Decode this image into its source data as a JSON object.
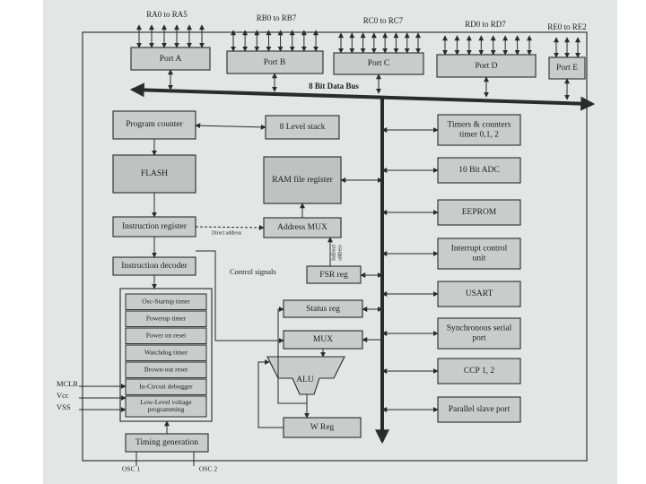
{
  "ports": {
    "a": {
      "range": "RA0 to RA5",
      "name": "Port A"
    },
    "b": {
      "range": "RB0 to RB7",
      "name": "Port B"
    },
    "c": {
      "range": "RC0 to RC7",
      "name": "Port C"
    },
    "d": {
      "range": "RD0 to RD7",
      "name": "Port D"
    },
    "e": {
      "range": "RE0 to RE2",
      "name": "Port E"
    }
  },
  "data_bus": "8 Bit Data Bus",
  "core": {
    "program_counter": "Program counter",
    "stack": "8 Level stack",
    "flash": "FLASH",
    "ram": "RAM file register",
    "instruction_register": "Instruction register",
    "direct_address": "Direct address",
    "address_mux": "Address MUX",
    "indirect_address": [
      "Indirect",
      "address"
    ],
    "instruction_decoder": "Instruction decoder",
    "control_signals": "Control signals",
    "fsr": "FSR reg",
    "status": "Status reg",
    "mux": "MUX",
    "alu": "ALU",
    "w_reg": "W Reg",
    "timing": "Timing generation"
  },
  "control_group": [
    [
      "Osc-Startup timer"
    ],
    [
      "Powerup timer"
    ],
    [
      "Power on reset"
    ],
    [
      "Watchdog timer"
    ],
    [
      "Brown-out reset"
    ],
    [
      "In-Circuit debugger"
    ],
    [
      "Low-Level voltage",
      "programming"
    ]
  ],
  "pins": {
    "mclr": "MCLR",
    "vcc": "Vcc",
    "vss": "VSS",
    "osc1": "OSC 1",
    "osc2": "OSC 2"
  },
  "peripherals": [
    [
      "Timers & counters",
      "timer 0,1, 2"
    ],
    [
      "10 Bit ADC"
    ],
    [
      "EEPROM"
    ],
    [
      "Interrupt control",
      "unit"
    ],
    [
      "USART"
    ],
    [
      "Synchronous serial",
      "port"
    ],
    [
      "CCP 1, 2"
    ],
    [
      "Parallel slave port"
    ]
  ]
}
